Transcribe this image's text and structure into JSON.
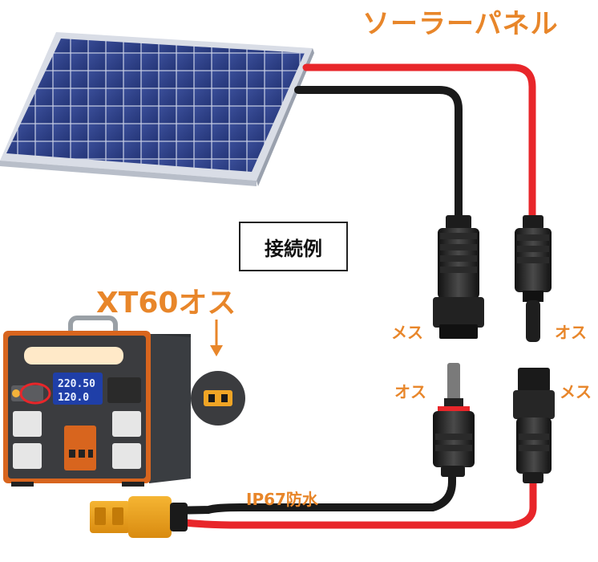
{
  "labels": {
    "solar_panel": "ソーラーパネル",
    "connection_example": "接続例",
    "xt60_male": "XT60オス",
    "ip67": "IP67防水",
    "female_top": "メス",
    "male_top": "オス",
    "male_bottom": "オス",
    "female_bottom": "メス"
  },
  "station_display": {
    "line1": "220.50",
    "line2": "120.0"
  },
  "colors": {
    "label_orange": "#e8862a",
    "cable_red": "#e8262a",
    "cable_black": "#1a1a1a",
    "panel_blue": "#2c3f86",
    "station_orange": "#d8651e"
  }
}
